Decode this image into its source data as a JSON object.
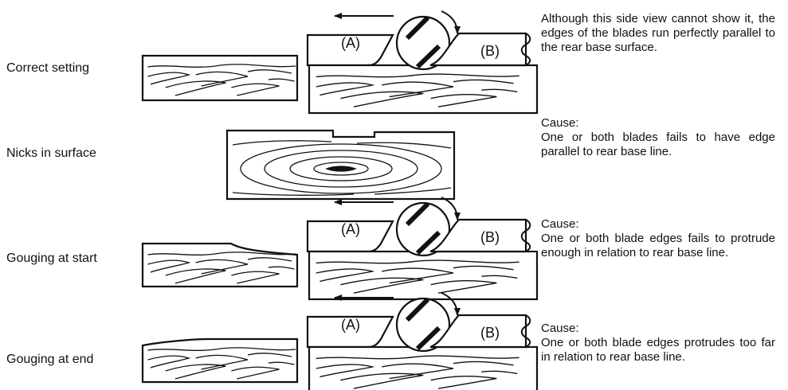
{
  "rows": [
    {
      "label": "Correct setting",
      "cause": "",
      "description": "Although this side view cannot show it, the edges of the blades run perfectly parallel to the rear base surface."
    },
    {
      "label": "Nicks in surface",
      "cause": "Cause:",
      "description": "One or both blades fails to have edge parallel to rear base line."
    },
    {
      "label": "Gouging at start",
      "cause": "Cause:",
      "description": "One or both blade edges fails to protrude enough in relation to rear base line."
    },
    {
      "label": "Gouging at end",
      "cause": "Cause:",
      "description": "One or both blade edges protrudes too far in relation to rear base line."
    }
  ],
  "tags": {
    "front": "(A)",
    "rear": "(B)"
  }
}
